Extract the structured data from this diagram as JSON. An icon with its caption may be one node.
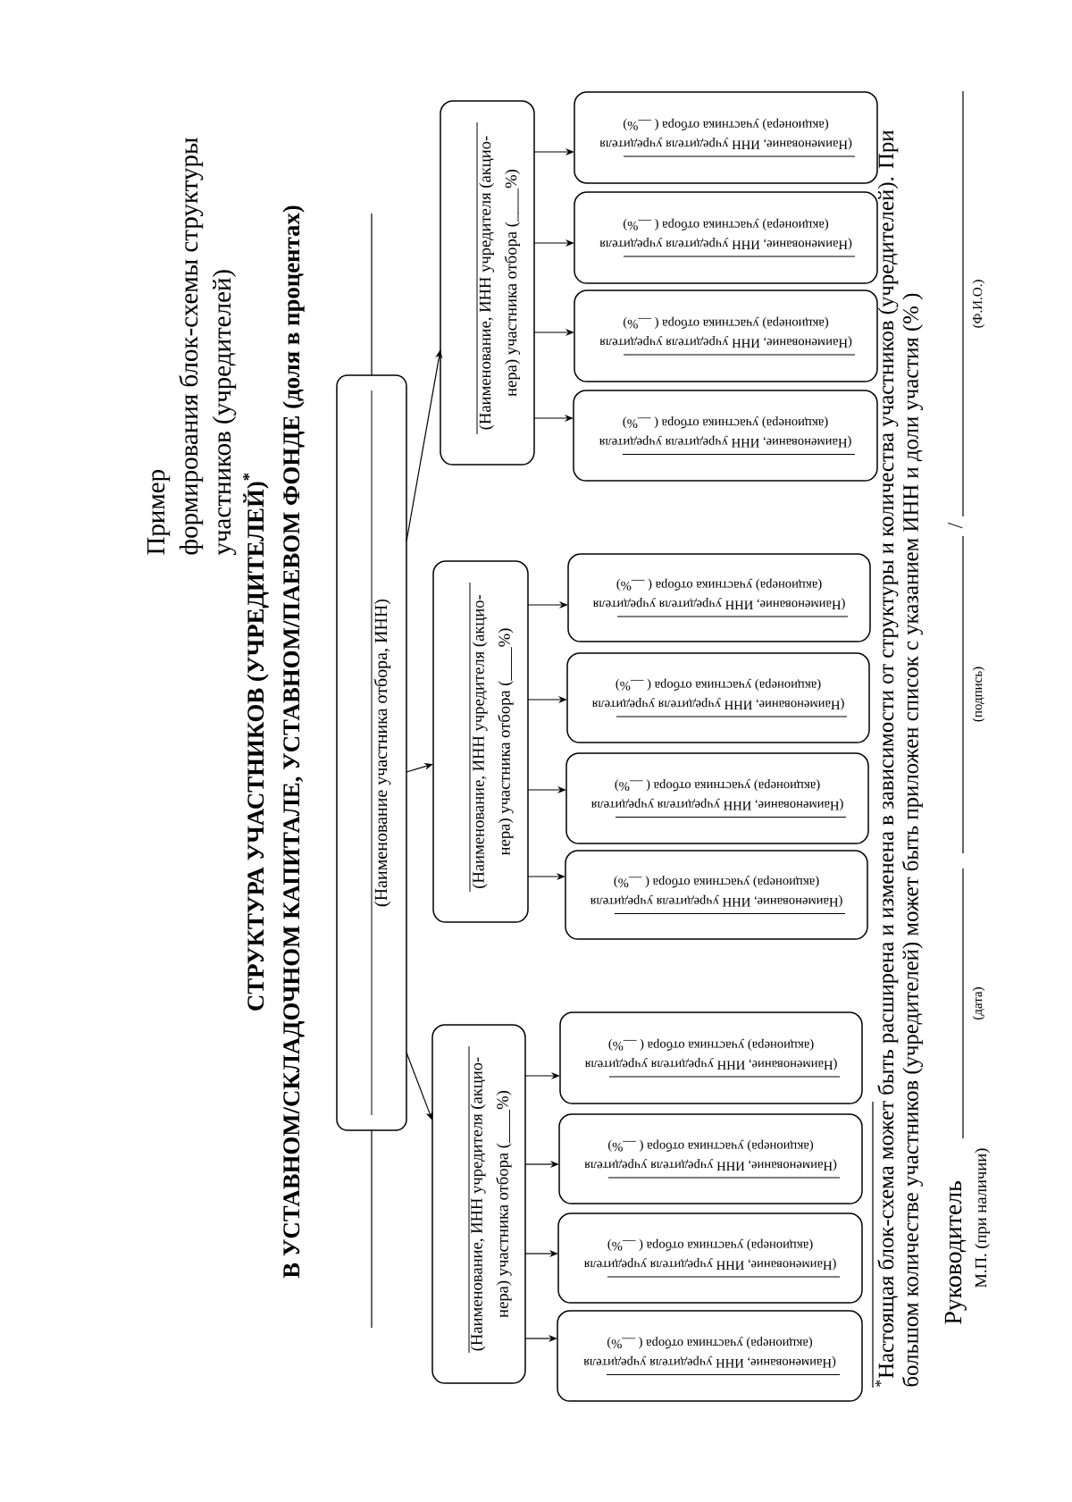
{
  "diagram": {
    "title": "СТРУКТУРА УЧАСТНИКОВ (УЧРЕДИТЕЛЕЙ)$^{*}$ В УСТАВНОМ/СКЛАДОЧНОМ КАПИТАЛЕ, УСТАВНОМ/ПАЕВОМ ФОНДЕ (доля в процентах)",
    "nodes": [
      {
        "text": [
          "(Наименование участника отбора, ИНН)"
        ]
      },
      {
        "text": [
          "(Наименование, ИНН учредителя (акцио- нера) участника отбора (____%)"
        ]
      },
      {
        "text": [
          "(Наименование, ИНН учредителя (акцио- нера) участника отбора (____%)"
        ]
      },
      {
        "text": [
          "(Наименование, ИНН учредителя (акцио- нера) участника отбора (____%)"
        ]
      },
      {
        "text": [
          "(Наименование, ИНН учредителя учредителя (акционера) участника отбора ( __%)"
        ]
      },
      {
        "text": [
          "(Наименование, ИНН учредителя учредителя (акционера) участника отбора ( __%)"
        ]
      },
      {
        "text": [
          "(Наименование, ИНН учредителя учредителя (акционера) участника отбора ( __%)"
        ]
      },
      {
        "text": [
          "(Наименование, ИНН учредителя учредителя (акционера) участника отбора ( __%)"
        ]
      },
      {
        "text": [
          "(Наименование, ИНН учредителя учредителя (акционера) участника отбора ( __%)"
        ]
      },
      {
        "text": [
          "(Наименование, ИНН учредителя учредителя (акционера) участника отбора ( __%)"
        ]
      },
      {
        "text": [
          "(Наименование, ИНН учредителя учредителя (акционера) участника отбора ( __%)"
        ]
      },
      {
        "text": [
          "(Наименование, ИНН учредителя учредителя (акционера) участника отбора ( __%)"
        ]
      },
      {
        "text": [
          "(Наименование, ИНН учредителя учредителя (акционера) участника отбора ( __%)"
        ]
      },
      {
        "text": [
          "(Наименование, ИНН учредителя учредителя (акционера) участника отбора ( __%)"
        ]
      },
      {
        "text": [
          "(Наименование, ИНН учредителя учредителя (акционера) участника отбора ( __%)"
        ]
      },
      {
        "text": [
          "(Наименование, ИНН учредителя учредителя (акционера) участника отбора ( __%)"
        ]
      }
    ],
    "edges": [
      {
        "from": 0,
        "to": 1,
        "arrow": "to"
      },
      {
        "from": 0,
        "to": 2,
        "arrow": "to"
      },
      {
        "from": 0,
        "to": 3,
        "arrow": "to"
      },
      {
        "from": 1,
        "to": 4,
        "arrow": "to"
      },
      {
        "from": 1,
        "to": 5,
        "arrow": "to"
      },
      {
        "from": 1,
        "to": 6,
        "arrow": "to"
      },
      {
        "from": 1,
        "to": 7,
        "arrow": "to"
      },
      {
        "from": 2,
        "to": 8,
        "arrow": "to"
      },
      {
        "from": 2,
        "to": 9,
        "arrow": "to"
      },
      {
        "from": 2,
        "to": 10,
        "arrow": "to"
      },
      {
        "from": 2,
        "to": 11,
        "arrow": "to"
      },
      {
        "from": 3,
        "to": 12,
        "arrow": "to"
      },
      {
        "from": 3,
        "to": 13,
        "arrow": "to"
      },
      {
        "from": 3,
        "to": 14,
        "arrow": "to"
      },
      {
        "from": 3,
        "to": 15,
        "arrow": "to"
      }
    ],
    "labels": [
      "Пример формирования блок-схемы структуры участников (учредителей)",
      "$^{*}$Настоящая блок-схема может быть расширена и изменена в зависимости от структуры и количества участников (учредителей). При большом количестве участников (учредителей) может быть приложен список с указанием ИНН и доли участия (% )",
      "Руководитель",
      "/",
      "М.П. (при наличии)",
      "(дата)",
      "(подпись)",
      "(Ф.И.О.)"
    ]
  }
}
